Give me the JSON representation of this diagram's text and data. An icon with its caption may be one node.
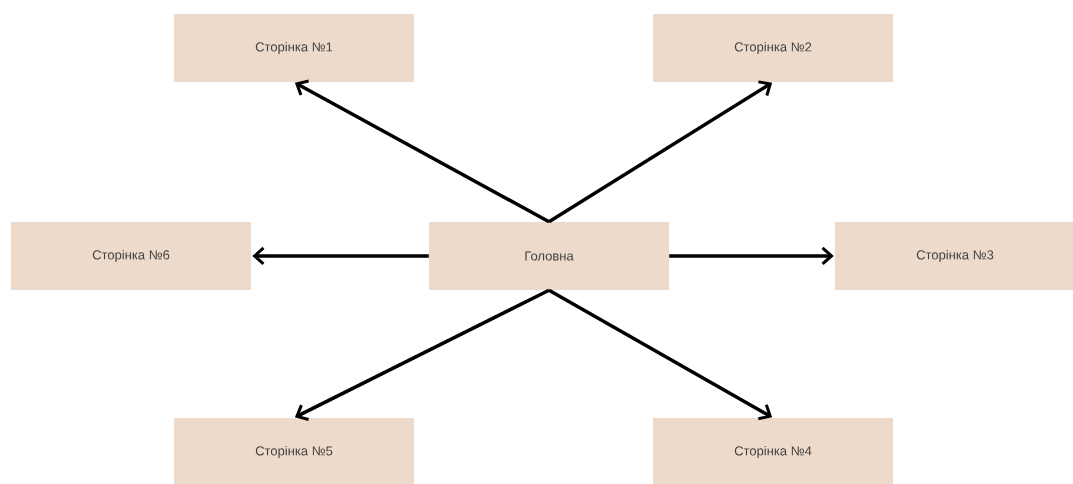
{
  "diagram": {
    "nodes": [
      {
        "text": [
          "Сторінка №1"
        ]
      },
      {
        "text": [
          "Сторінка №2"
        ]
      },
      {
        "text": [
          "Сторінка №6"
        ]
      },
      {
        "text": [
          "Головна"
        ]
      },
      {
        "text": [
          "Сторінка №3"
        ]
      },
      {
        "text": [
          "Сторінка №5"
        ]
      },
      {
        "text": [
          "Сторінка №4"
        ]
      }
    ],
    "edges": [
      {
        "from": 3,
        "to": 0,
        "arrow": "to"
      },
      {
        "from": 3,
        "to": 1,
        "arrow": "to"
      },
      {
        "from": 3,
        "to": 2,
        "arrow": "to"
      },
      {
        "from": 3,
        "to": 4,
        "arrow": "to"
      },
      {
        "from": 3,
        "to": 5,
        "arrow": "to"
      },
      {
        "from": 3,
        "to": 6,
        "arrow": "to"
      }
    ]
  }
}
